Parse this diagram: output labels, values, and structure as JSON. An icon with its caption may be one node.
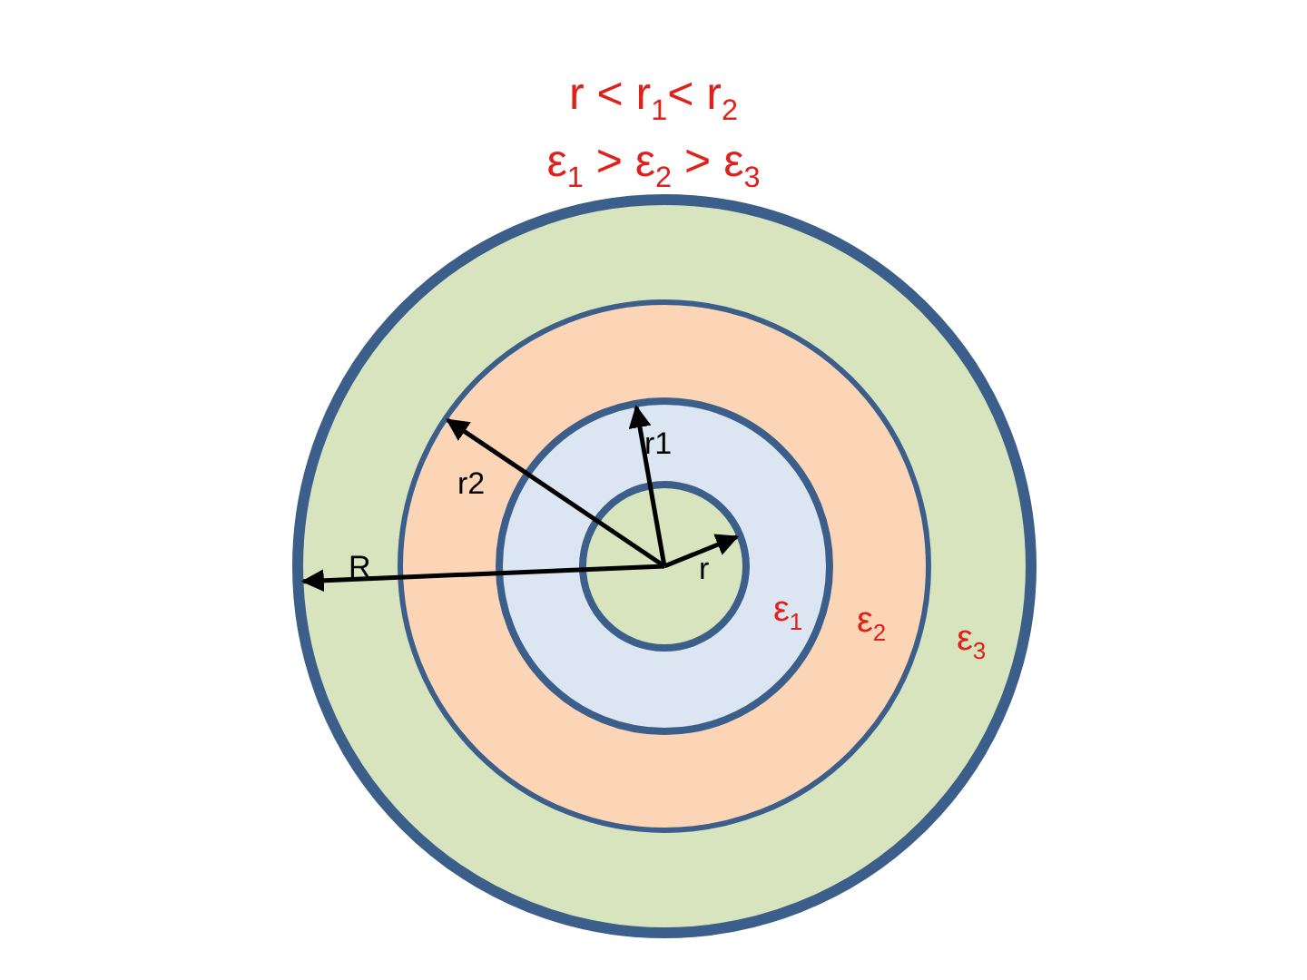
{
  "diagram": {
    "nodes": [
      {
        "text": [
          "ε$_{3}$"
        ]
      },
      {
        "text": [
          "ε$_{2}$"
        ],
        "in": 0
      },
      {
        "text": [
          "ε$_{1}$"
        ],
        "in": 1
      },
      {
        "text": [],
        "shape": "circle",
        "in": 2
      }
    ],
    "edges": [
      {
        "from": null,
        "to": 3,
        "arrow": "to",
        "label": "r"
      },
      {
        "from": 3,
        "to": 2,
        "arrow": "to",
        "label": "r1"
      },
      {
        "from": 3,
        "to": 1,
        "arrow": "to",
        "label": "r2"
      },
      {
        "from": 3,
        "to": 0,
        "arrow": "to",
        "label": "R"
      }
    ],
    "labels": [
      "r < r$_{1}$< r$_{2}$",
      "ε$_{1}$ > ε$_{2}$ > ε$_{3}$"
    ]
  }
}
